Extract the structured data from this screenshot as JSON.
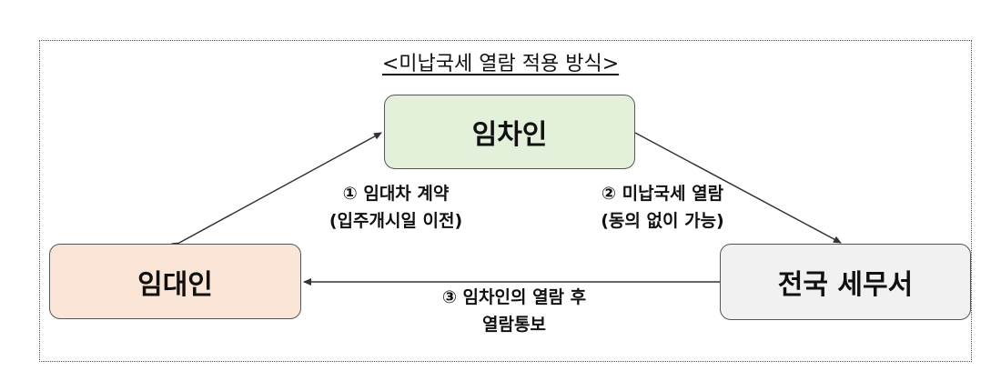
{
  "title": "<미납국세 열람 적용 방식>",
  "nodes": {
    "tenant": "임차인",
    "landlord": "임대인",
    "tax_office": "전국 세무서"
  },
  "steps": [
    {
      "line1": "① 임대차 계약",
      "line2": "(입주개시일 이전)"
    },
    {
      "line1": "② 미납국세 열람",
      "line2": "(동의 없이 가능)"
    },
    {
      "line1": "③ 임차인의 열람 후",
      "line2": "열람통보"
    }
  ],
  "colors": {
    "tenant_fill": "#E3F1DA",
    "landlord_fill": "#FBE5D6",
    "tax_office_fill": "#F1F1F1",
    "arrow": "#333333"
  }
}
